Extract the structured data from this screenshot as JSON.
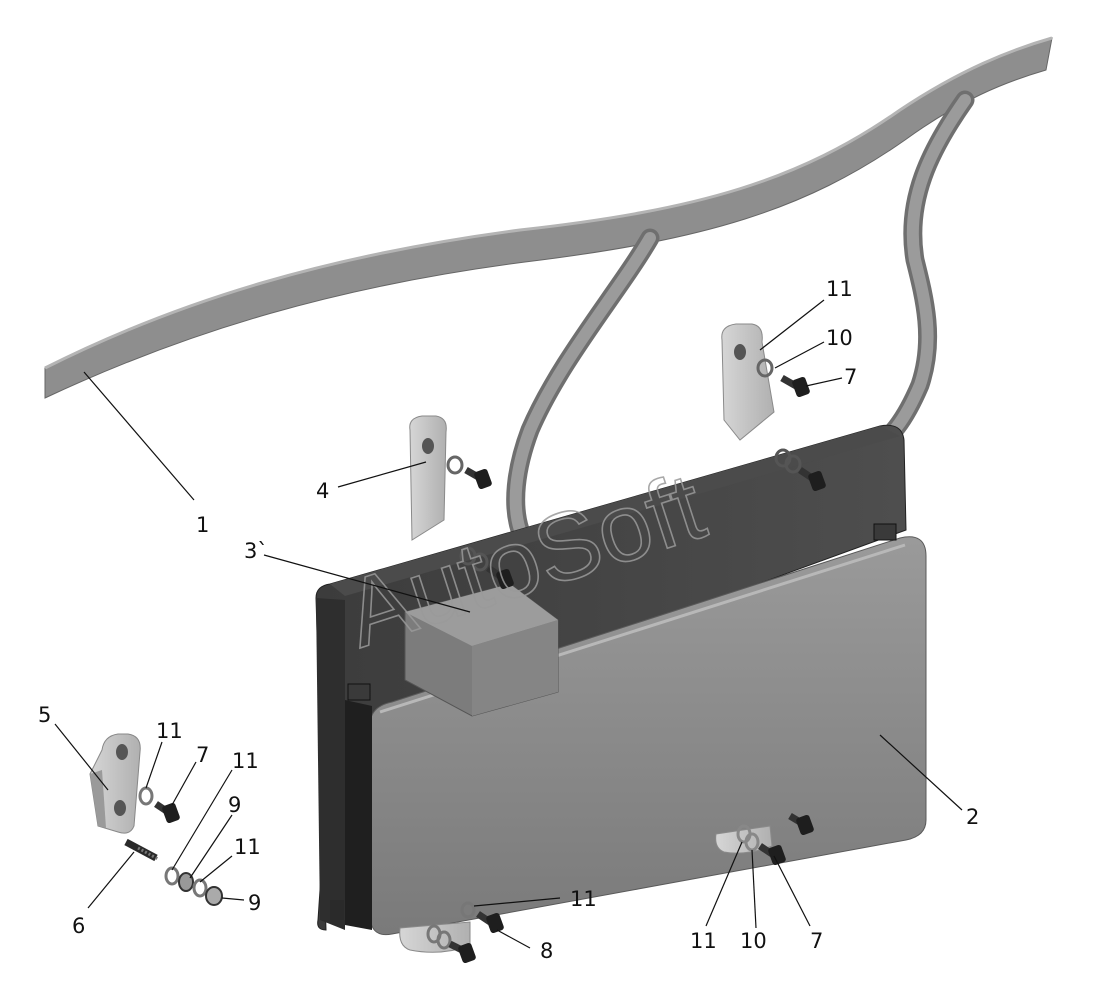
{
  "watermark": "AutoSoft",
  "colors": {
    "hose": "#8f8f8f",
    "hose_shade": "#6f6f6f",
    "unit_body": "#5a5a5a",
    "unit_dark": "#3a3a3a",
    "cover": "#8a8a8a",
    "bracket": "#c9c9c9",
    "bolt": "#1e1e1e",
    "washer": "#bdbdbd"
  },
  "callouts": [
    {
      "id": "c1",
      "text": "1"
    },
    {
      "id": "c2",
      "text": "2"
    },
    {
      "id": "c3",
      "text": "3`"
    },
    {
      "id": "c4",
      "text": "4"
    },
    {
      "id": "c5",
      "text": "5"
    },
    {
      "id": "c6",
      "text": "6"
    },
    {
      "id": "c7a",
      "text": "7"
    },
    {
      "id": "c7b",
      "text": "7"
    },
    {
      "id": "c7c",
      "text": "7"
    },
    {
      "id": "c8",
      "text": "8"
    },
    {
      "id": "c9a",
      "text": "9"
    },
    {
      "id": "c9b",
      "text": "9"
    },
    {
      "id": "c10a",
      "text": "10"
    },
    {
      "id": "c10b",
      "text": "10"
    },
    {
      "id": "c11a",
      "text": "11"
    },
    {
      "id": "c11b",
      "text": "11"
    },
    {
      "id": "c11c",
      "text": "11"
    },
    {
      "id": "c11d",
      "text": "11"
    },
    {
      "id": "c11e",
      "text": "11"
    },
    {
      "id": "c11f",
      "text": "11"
    }
  ]
}
